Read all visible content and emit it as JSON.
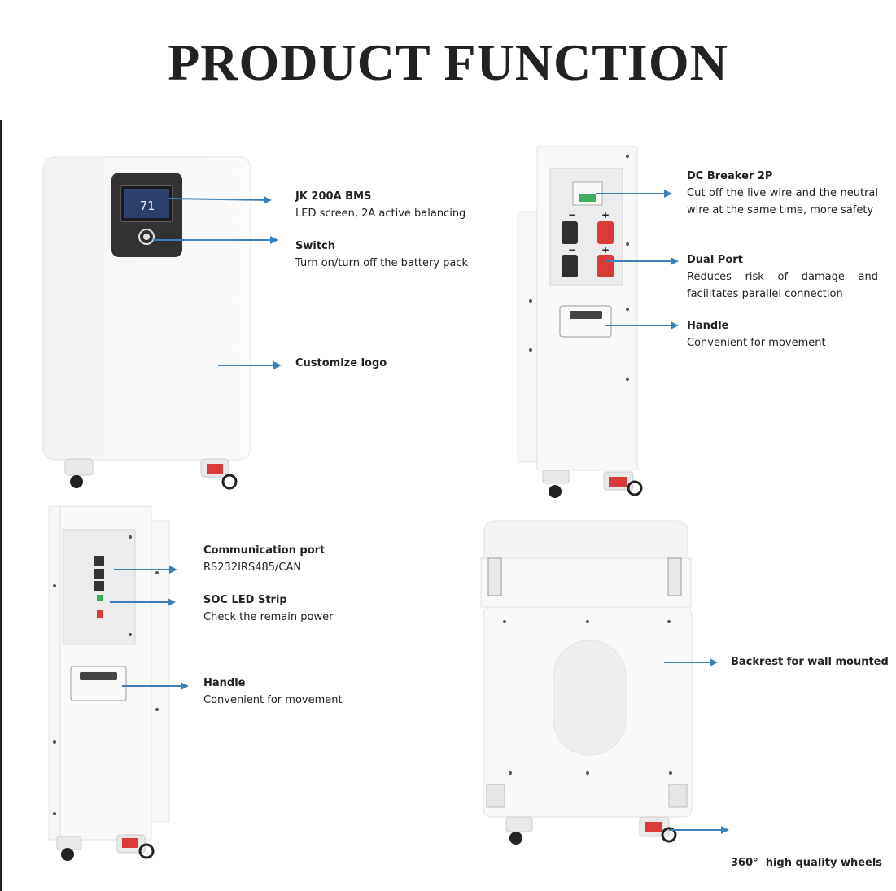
{
  "title": "PRODUCT FUNCTION",
  "colors": {
    "arrow": "#3f7fb8",
    "accent_red": "#d93b3b",
    "dark_panel": "#2f2f2f"
  },
  "panels": {
    "front": {
      "bms": {
        "title": "JK 200A BMS",
        "desc": "LED screen, 2A active balancing"
      },
      "switch": {
        "title": "Switch",
        "desc": "Turn on/turn off the battery pack"
      },
      "logo": {
        "title": "Customize logo"
      }
    },
    "side_right": {
      "breaker": {
        "title": "DC Breaker 2P",
        "desc": "Cut off the live wire and the neutral wire at the same time, more safety"
      },
      "dual_port": {
        "title": "Dual Port",
        "desc": "Reduces risk of damage and facilitates parallel connection"
      },
      "handle": {
        "title": "Handle",
        "desc": "Convenient for movement"
      }
    },
    "side_left": {
      "comm": {
        "title": "Communication port",
        "desc": "RS232IRS485/CAN"
      },
      "soc": {
        "title": "SOC LED Strip",
        "desc": "Check the remain power"
      },
      "handle": {
        "title": "Handle",
        "desc": "Convenient for movement"
      }
    },
    "back": {
      "backrest": {
        "title": "Backrest for wall mounted"
      },
      "wheels": {
        "title": "360°  high quality wheels"
      }
    }
  }
}
